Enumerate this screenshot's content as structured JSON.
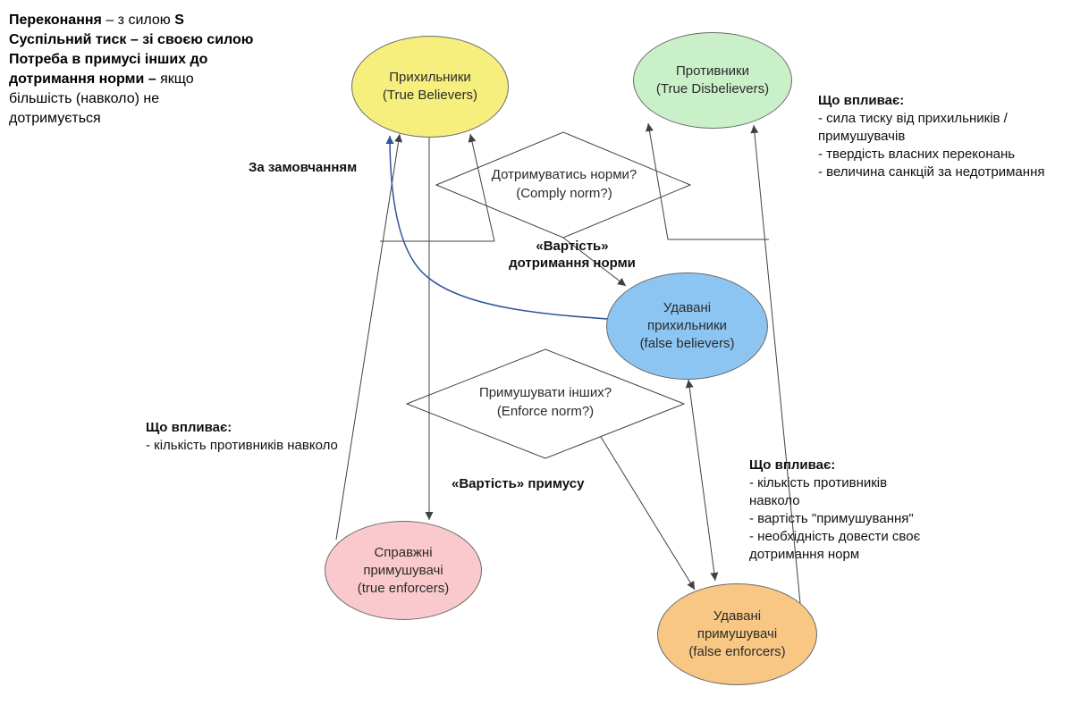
{
  "intro": {
    "belief_bold": "Переконання",
    "belief_rest": " – з силою ",
    "belief_s": "S",
    "pressure_bold": "Суспільний тиск – зі своєю силою",
    "need_line1_bold": "Потреба в примусі інших до",
    "need_line2_bold": "дотримання норми – ",
    "need_line2_rest": "якщо",
    "need_line3": "більшість (навколо) не",
    "need_line4": "дотримується"
  },
  "nodes": {
    "true_believers": {
      "line1": "Прихильники",
      "line2": "(True Believers)",
      "fill": "#f7ef7d"
    },
    "true_disbelievers": {
      "line1": "Противники",
      "line2": "(True Disbelievers)",
      "fill": "#c9f0c9"
    },
    "false_believers": {
      "line1": "Удавані",
      "line2": "прихильники",
      "line3": "(false believers)",
      "fill": "#8cc5f2"
    },
    "true_enforcers": {
      "line1": "Справжні",
      "line2": "примушувачі",
      "line3": "(true enforcers)",
      "fill": "#f9c9cd"
    },
    "false_enforcers": {
      "line1": "Удавані",
      "line2": "примушувачі",
      "line3": "(false enforcers)",
      "fill": "#f8c784"
    }
  },
  "decisions": {
    "comply": {
      "line1": "Дотримуватись норми?",
      "line2": "(Comply norm?)"
    },
    "enforce": {
      "line1": "Примушувати інших?",
      "line2": "(Enforce norm?)"
    }
  },
  "edge_labels": {
    "default_label": "За замовчанням",
    "comply_cost_line1": "«Вартість»",
    "comply_cost_line2": "дотримання норми",
    "enforce_cost": "«Вартість» примусу"
  },
  "annotations": {
    "right_top": {
      "title": "Що впливає:",
      "items": [
        "- сила тиску від прихильників / примушувачів",
        "- твердість власних переконань",
        "- величина санкцій за недотримання"
      ]
    },
    "left": {
      "title": "Що впливає:",
      "items": [
        "- кількість противників навколо"
      ]
    },
    "right_bottom": {
      "title": "Що впливає:",
      "items": [
        "- кількість противників навколо",
        "- вартість \"примушування\"",
        "- необхідність довести своє дотримання норм"
      ]
    }
  },
  "colors": {
    "line": "#404040",
    "blue_edge": "#2f5597"
  }
}
